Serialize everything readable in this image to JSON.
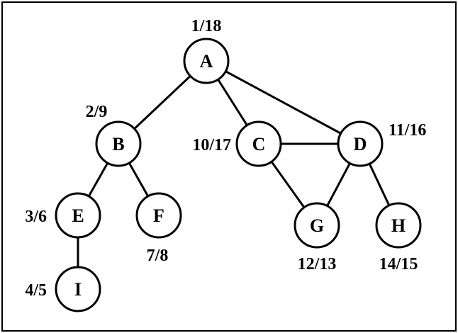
{
  "nodes": [
    {
      "id": "A",
      "label": "A",
      "times": "1/18"
    },
    {
      "id": "B",
      "label": "B",
      "times": "2/9"
    },
    {
      "id": "C",
      "label": "C",
      "times": "10/17"
    },
    {
      "id": "D",
      "label": "D",
      "times": "11/16"
    },
    {
      "id": "E",
      "label": "E",
      "times": "3/6"
    },
    {
      "id": "F",
      "label": "F",
      "times": "7/8"
    },
    {
      "id": "G",
      "label": "G",
      "times": "12/13"
    },
    {
      "id": "H",
      "label": "H",
      "times": "14/15"
    },
    {
      "id": "I",
      "label": "I",
      "times": "4/5"
    }
  ],
  "edges": [
    [
      "A",
      "B"
    ],
    [
      "A",
      "C"
    ],
    [
      "A",
      "D"
    ],
    [
      "B",
      "E"
    ],
    [
      "B",
      "F"
    ],
    [
      "E",
      "I"
    ],
    [
      "C",
      "D"
    ],
    [
      "C",
      "G"
    ],
    [
      "D",
      "G"
    ],
    [
      "D",
      "H"
    ]
  ]
}
